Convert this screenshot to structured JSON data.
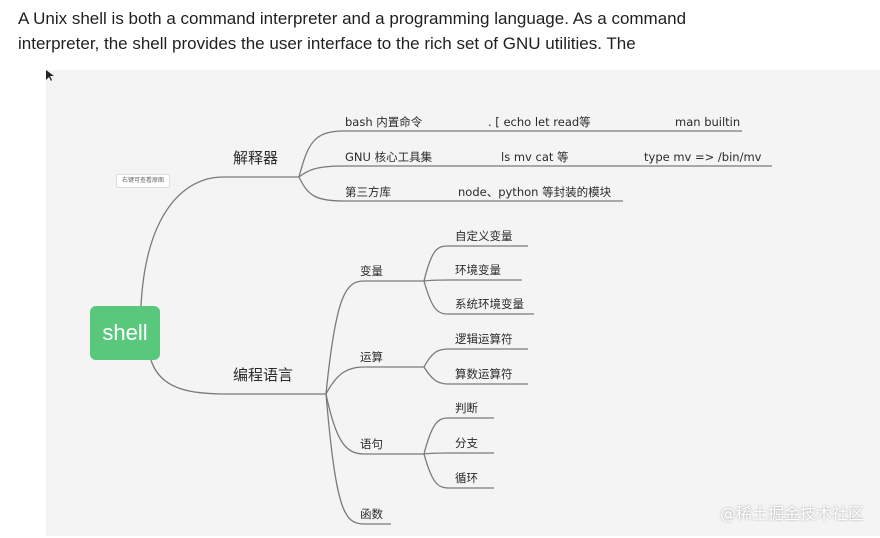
{
  "intro": {
    "line1": "A Unix shell is both a command interpreter and a programming language. As a command",
    "line2": "interpreter, the shell provides the user interface to the rich set of GNU utilities. The"
  },
  "mindmap": {
    "root": "shell",
    "tooltip": "右键可查看原图",
    "interpreter": {
      "label": "解释器",
      "rows": [
        {
          "name": "bash 内置命令",
          "detail": ".   [   echo  let  read等",
          "extra": "man builtin"
        },
        {
          "name": "GNU 核心工具集",
          "detail": "ls   mv  cat 等",
          "extra": "type mv =>  /bin/mv"
        },
        {
          "name": "第三方库",
          "detail": "node、python 等封装的模块",
          "extra": ""
        }
      ]
    },
    "programming": {
      "label": "编程语言",
      "variables": {
        "label": "变量",
        "items": [
          "自定义变量",
          "环境变量",
          "系统环境变量"
        ]
      },
      "operators": {
        "label": "运算",
        "items": [
          "逻辑运算符",
          "算数运算符"
        ]
      },
      "statements": {
        "label": "语句",
        "items": [
          "判断",
          "分支",
          "循环"
        ]
      },
      "functions": {
        "label": "函数"
      }
    }
  },
  "watermark": "@稀土掘金技术社区",
  "colors": {
    "root": "#5ac87c",
    "line": "#7a7a7a",
    "canvas": "#f4f4f4"
  }
}
